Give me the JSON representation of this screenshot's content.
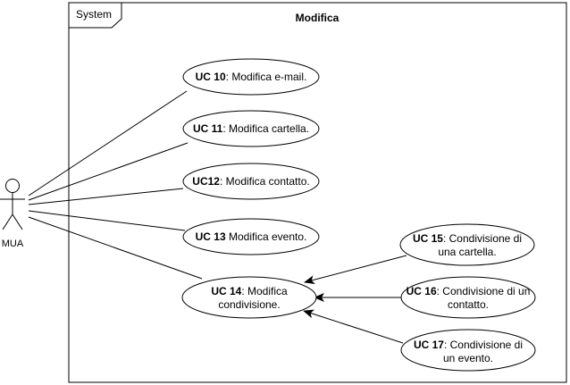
{
  "diagram": {
    "system_label": "System",
    "title": "Modifica",
    "actor": {
      "name": "MUA"
    },
    "use_cases": [
      {
        "id": "uc10",
        "lines": [
          {
            "bold": "UC 10",
            "text": ": Modifica e-mail."
          }
        ]
      },
      {
        "id": "uc11",
        "lines": [
          {
            "bold": "UC 11",
            "text": ": Modifica cartella."
          }
        ]
      },
      {
        "id": "uc12",
        "lines": [
          {
            "bold": "UC12",
            "text": ": Modifica contatto."
          }
        ]
      },
      {
        "id": "uc13",
        "lines": [
          {
            "bold": "UC 13",
            "text": " Modifica evento."
          }
        ]
      },
      {
        "id": "uc14",
        "lines": [
          {
            "bold": "UC 14",
            "text": ": Modifica"
          },
          {
            "bold": "",
            "text": "condivisione."
          }
        ]
      },
      {
        "id": "uc15",
        "lines": [
          {
            "bold": "UC 15",
            "text": ": Condivisione di"
          },
          {
            "bold": "",
            "text": "una cartella."
          }
        ]
      },
      {
        "id": "uc16",
        "lines": [
          {
            "bold": "UC 16",
            "text": ": Condivisione di un"
          },
          {
            "bold": "",
            "text": "contatto."
          }
        ]
      },
      {
        "id": "uc17",
        "lines": [
          {
            "bold": "UC 17",
            "text": ": Condivisione di"
          },
          {
            "bold": "",
            "text": "un evento."
          }
        ]
      }
    ]
  }
}
